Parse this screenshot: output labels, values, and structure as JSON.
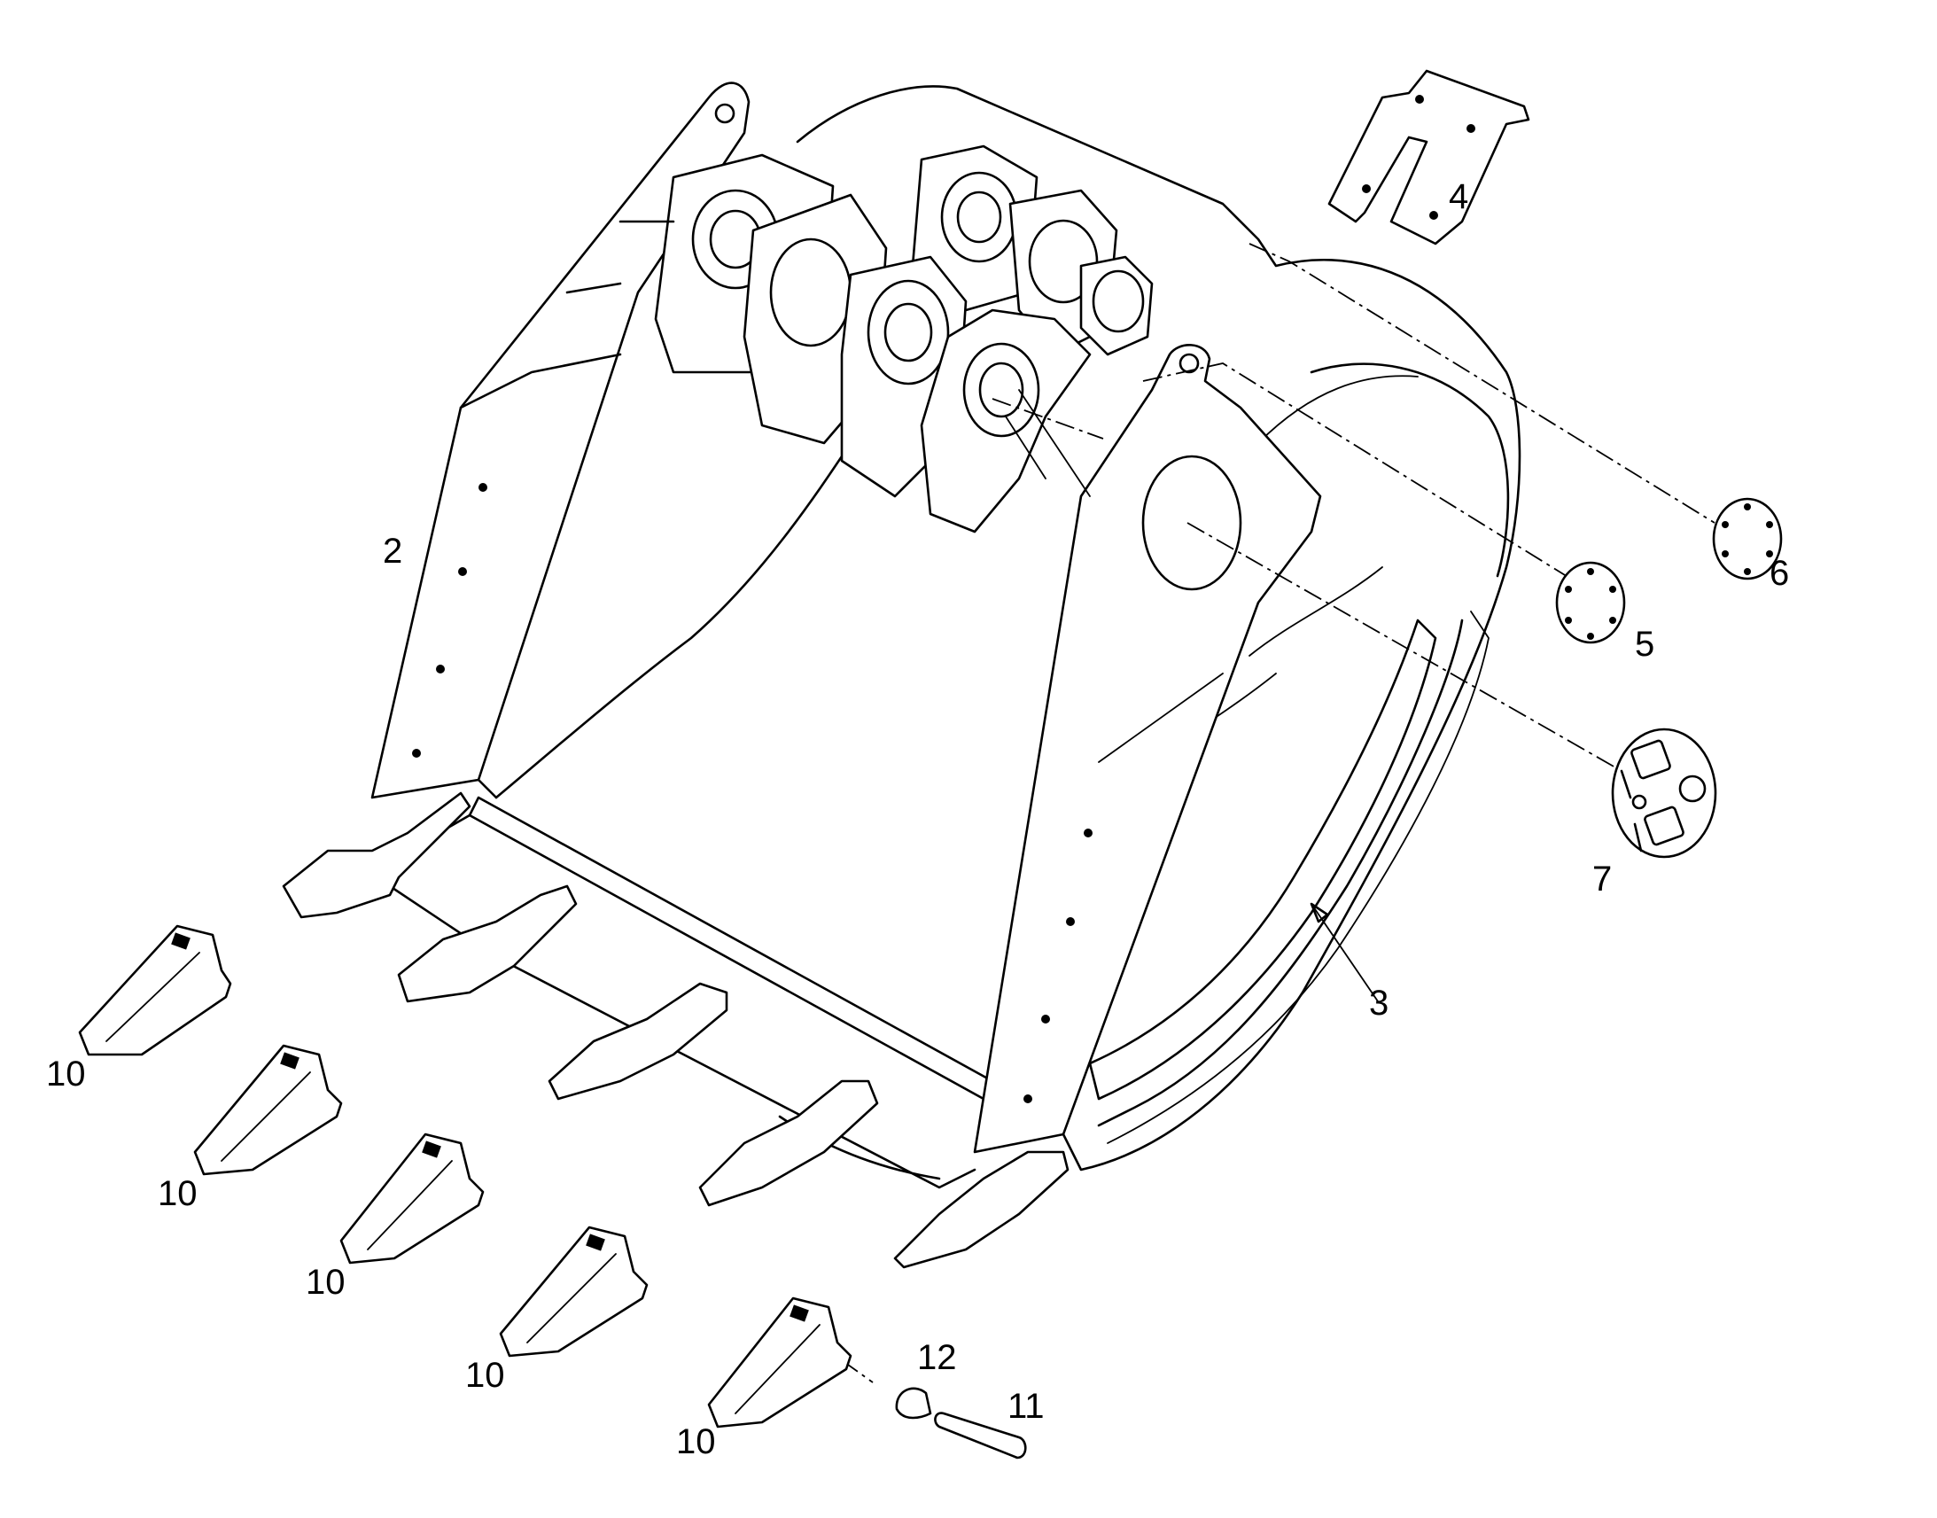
{
  "diagram": {
    "callouts": {
      "c2": "2",
      "c3": "3",
      "c4": "4",
      "c5": "5",
      "c6": "6",
      "c7": "7",
      "c10a": "10",
      "c10b": "10",
      "c10c": "10",
      "c10d": "10",
      "c10e": "10",
      "c11": "11",
      "c12": "12"
    }
  }
}
